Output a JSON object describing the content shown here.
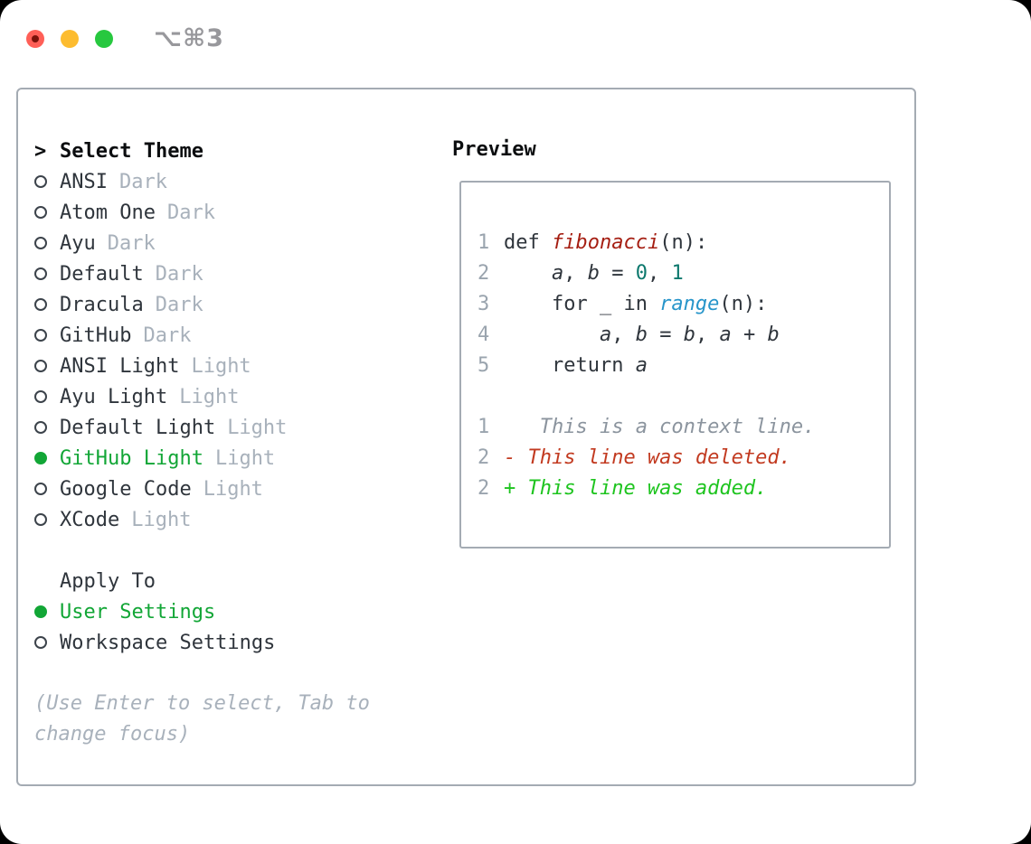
{
  "window": {
    "title": "⌥⌘3",
    "traffic_lights": [
      {
        "name": "close",
        "color": "#ff5f57"
      },
      {
        "name": "minimize",
        "color": "#fdbc2f"
      },
      {
        "name": "zoom",
        "color": "#27c83f"
      }
    ]
  },
  "theme_section": {
    "prompt": ">",
    "header": "Select Theme",
    "items": [
      {
        "name": "ANSI",
        "tag": "Dark",
        "selected": false
      },
      {
        "name": "Atom One",
        "tag": "Dark",
        "selected": false
      },
      {
        "name": "Ayu",
        "tag": "Dark",
        "selected": false
      },
      {
        "name": "Default",
        "tag": "Dark",
        "selected": false
      },
      {
        "name": "Dracula",
        "tag": "Dark",
        "selected": false
      },
      {
        "name": "GitHub",
        "tag": "Dark",
        "selected": false
      },
      {
        "name": "ANSI Light",
        "tag": "Light",
        "selected": false
      },
      {
        "name": "Ayu Light",
        "tag": "Light",
        "selected": false
      },
      {
        "name": "Default Light",
        "tag": "Light",
        "selected": false
      },
      {
        "name": "GitHub Light",
        "tag": "Light",
        "selected": true
      },
      {
        "name": "Google Code",
        "tag": "Light",
        "selected": false
      },
      {
        "name": "XCode",
        "tag": "Light",
        "selected": false
      }
    ]
  },
  "apply_section": {
    "header": "Apply To",
    "items": [
      {
        "name": "User Settings",
        "selected": true
      },
      {
        "name": "Workspace Settings",
        "selected": false
      }
    ]
  },
  "hint": "(Use Enter to select, Tab to change focus)",
  "preview": {
    "header": "Preview",
    "code_lines": [
      {
        "n": "1",
        "tokens": [
          {
            "t": "def "
          },
          {
            "t": "fibonacci",
            "c": "red",
            "i": true
          },
          {
            "t": "(n):"
          }
        ]
      },
      {
        "n": "2",
        "tokens": [
          {
            "t": "    "
          },
          {
            "t": "a",
            "i": true
          },
          {
            "t": ", "
          },
          {
            "t": "b",
            "i": true
          },
          {
            "t": " = "
          },
          {
            "t": "0",
            "c": "teal"
          },
          {
            "t": ", "
          },
          {
            "t": "1",
            "c": "teal"
          }
        ]
      },
      {
        "n": "3",
        "tokens": [
          {
            "t": "    for _ in "
          },
          {
            "t": "range",
            "c": "blue",
            "i": true
          },
          {
            "t": "(n):"
          }
        ]
      },
      {
        "n": "4",
        "tokens": [
          {
            "t": "        "
          },
          {
            "t": "a",
            "i": true
          },
          {
            "t": ", "
          },
          {
            "t": "b",
            "i": true
          },
          {
            "t": " = "
          },
          {
            "t": "b",
            "i": true
          },
          {
            "t": ", "
          },
          {
            "t": "a",
            "i": true
          },
          {
            "t": " + "
          },
          {
            "t": "b",
            "i": true
          }
        ]
      },
      {
        "n": "5",
        "tokens": [
          {
            "t": "    return "
          },
          {
            "t": "a",
            "i": true
          }
        ]
      }
    ],
    "diff_lines": [
      {
        "n": "1",
        "kind": "context",
        "text": "   This is a context line."
      },
      {
        "n": "2",
        "kind": "deleted",
        "text": "- This line was deleted."
      },
      {
        "n": "2",
        "kind": "added",
        "text": "+ This line was added."
      }
    ]
  },
  "colors": {
    "accent_green": "#12a636",
    "added_green": "#1ec41f",
    "deleted_red": "#c23a20",
    "function_red": "#a51e12",
    "number_teal": "#0c786d",
    "call_blue": "#2795ca",
    "muted_gray": "#a8b1bb",
    "line_number_gray": "#9aa4ae",
    "context_gray": "#8b949e",
    "text_dark": "#2f353c",
    "border_gray": "#a4abb3"
  }
}
